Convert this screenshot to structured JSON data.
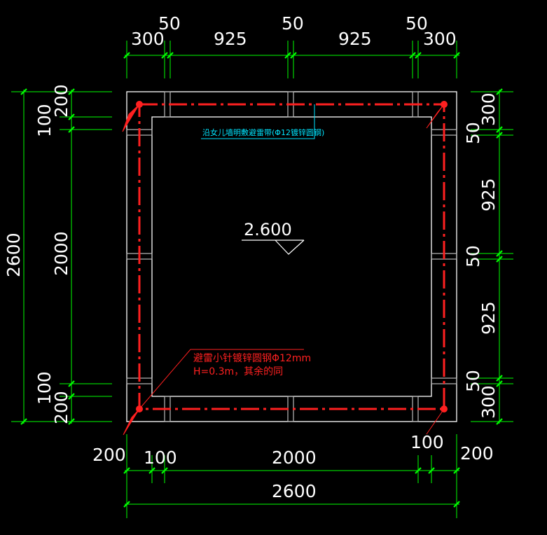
{
  "colors": {
    "background": "#000000",
    "dimension": "#00ff00",
    "outline": "#ffffff",
    "lightning": "#ff2020",
    "annotation": "#00e5ff"
  },
  "top_dims": [
    "300",
    "50",
    "925",
    "50",
    "925",
    "50",
    "300"
  ],
  "bottom_dims": [
    "200",
    "100",
    "2000",
    "100",
    "200"
  ],
  "bottom_total": "2600",
  "left_dims": {
    "total": "2600",
    "inner": "2000",
    "top_a": "200",
    "top_b": "100",
    "bot_a": "100",
    "bot_b": "200"
  },
  "right_dims": [
    "300",
    "50",
    "925",
    "50",
    "925",
    "50",
    "300"
  ],
  "elevation": "2.600",
  "notes": {
    "parapet": "沿女儿墙明敷避雷带(Φ12镀锌圆钢)",
    "air_terminal_line1": "避雷小针镀锌圆钢Φ12mm",
    "air_terminal_line2": "H=0.3m，其余的同"
  }
}
